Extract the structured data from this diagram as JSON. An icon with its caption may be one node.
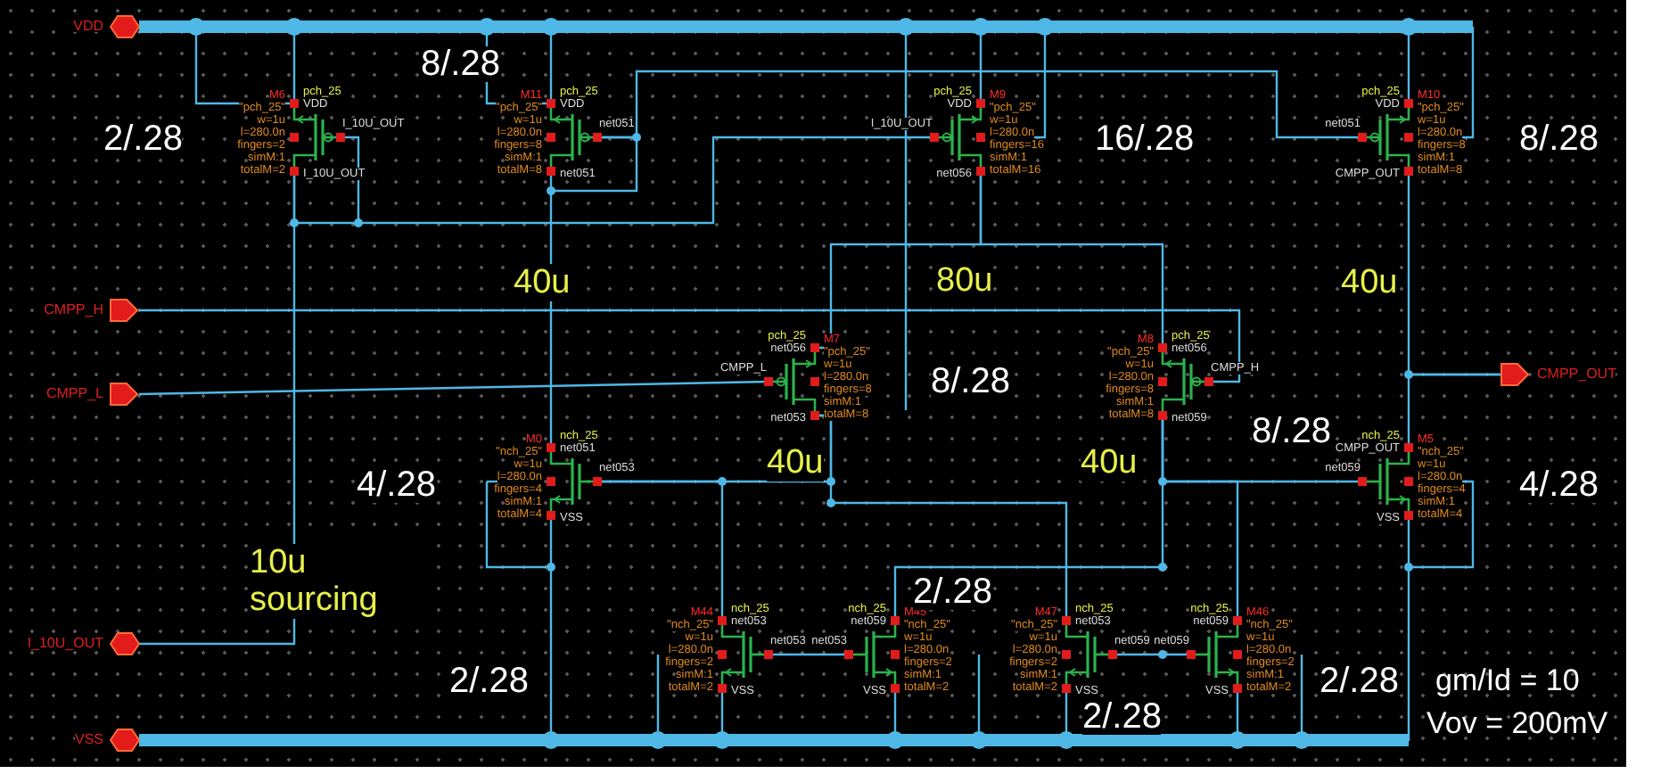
{
  "diagram": {
    "nodes": [
      {
        "text": [
          "VDD"
        ]
      },
      {
        "text": [
          "M6",
          "pch_25",
          "\"pch_25\"",
          "w=1u",
          "l=280.0n",
          "fingers=2",
          "simM:1",
          "totalM=2",
          "VDD",
          "I_10U_OUT",
          "I_10U_OUT"
        ],
        "beside": [
          "2/.28"
        ]
      },
      {
        "text": [
          "M11",
          "pch_25",
          "\"pch_25\"",
          "w=1u",
          "l=280.0n",
          "fingers=8",
          "simM:1",
          "totalM=8",
          "VDD",
          "net051",
          "net051"
        ],
        "beside": [
          "8/.28"
        ]
      },
      {
        "text": [
          "M9",
          "pch_25",
          "\"pch_25\"",
          "w=1u",
          "l=280.0n",
          "fingers=16",
          "simM:1",
          "totalM=16",
          "VDD",
          "I_10U_OUT",
          "net056"
        ],
        "beside": [
          "16/.28"
        ]
      },
      {
        "text": [
          "M10",
          "pch_25",
          "\"pch_25\"",
          "w=1u",
          "l=280.0n",
          "fingers=8",
          "simM:1",
          "totalM=8",
          "VDD",
          "net051",
          "CMPP_OUT"
        ],
        "beside": [
          "8/.28"
        ]
      },
      {
        "text": [
          "CMPP_H"
        ]
      },
      {
        "text": [
          "M7",
          "pch_25",
          "\"pch_25\"",
          "w=1u",
          "l=280.0n",
          "fingers=8",
          "simM:1",
          "totalM=8",
          "net056",
          "CMPP_L",
          "net053"
        ],
        "beside": [
          "8/.28"
        ]
      },
      {
        "text": [
          "M8",
          "pch_25",
          "\"pch_25\"",
          "w=1u",
          "l=280.0n",
          "fingers=8",
          "simM:1",
          "totalM=8",
          "net056",
          "CMPP_H",
          "net059"
        ],
        "beside": [
          "8/.28"
        ]
      },
      {
        "text": [
          "CMPP_OUT"
        ]
      },
      {
        "text": [
          "CMPP_L"
        ]
      },
      {
        "text": [
          "M0",
          "nch_25",
          "\"nch_25\"",
          "w=1u",
          "l=280.0n",
          "fingers=4",
          "simM:1",
          "totalM=4",
          "net051",
          "net053",
          "VSS"
        ],
        "beside": [
          "4/.28"
        ]
      },
      {
        "text": [
          "M5",
          "nch_25",
          "\"nch_25\"",
          "w=1u",
          "l=280.0n",
          "fingers=4",
          "simM:1",
          "totalM=4",
          "CMPP_OUT",
          "net059",
          "VSS"
        ],
        "beside": [
          "4/.28"
        ]
      },
      {
        "text": [
          "I_10U_OUT"
        ]
      },
      {
        "text": [
          "M44",
          "nch_25",
          "\"nch_25\"",
          "w=1u",
          "l=280.0n",
          "fingers=2",
          "simM:1",
          "totalM=2",
          "net053",
          "net053",
          "VSS"
        ],
        "beside": [
          "2/.28"
        ]
      },
      {
        "text": [
          "M45",
          "nch_25",
          "\"nch_25\"",
          "w=1u",
          "l=280.0n",
          "fingers=2",
          "simM:1",
          "totalM=2",
          "net059",
          "net053",
          "VSS"
        ],
        "beside": [
          "2/.28"
        ]
      },
      {
        "text": [
          "M47",
          "nch_25",
          "\"nch_25\"",
          "w=1u",
          "l=280.0n",
          "fingers=2",
          "simM:1",
          "totalM=2",
          "net053",
          "net059",
          "VSS"
        ],
        "beside": [
          "2/.28"
        ]
      },
      {
        "text": [
          "M46",
          "nch_25",
          "\"nch_25\"",
          "w=1u",
          "l=280.0n",
          "fingers=2",
          "simM:1",
          "totalM=2",
          "net059",
          "net059",
          "VSS"
        ],
        "beside": [
          "2/.28"
        ]
      },
      {
        "text": [
          "VSS"
        ]
      }
    ],
    "edges": [
      {
        "from": 0,
        "to": 1,
        "arrow": "none"
      },
      {
        "from": 0,
        "to": 2,
        "arrow": "none"
      },
      {
        "from": 0,
        "to": 3,
        "arrow": "none"
      },
      {
        "from": 0,
        "to": 4,
        "arrow": "none"
      },
      {
        "from": 5,
        "to": 7,
        "arrow": "none"
      },
      {
        "from": 9,
        "to": 6,
        "arrow": "none"
      },
      {
        "from": 12,
        "to": 1,
        "arrow": "none"
      },
      {
        "from": 4,
        "to": 8,
        "arrow": "none"
      },
      {
        "from": 11,
        "to": 8,
        "arrow": "none"
      },
      {
        "from": 2,
        "to": 10,
        "arrow": "none"
      },
      {
        "from": 2,
        "to": 4,
        "arrow": "none"
      },
      {
        "from": 1,
        "to": 3,
        "arrow": "none"
      },
      {
        "from": 3,
        "to": 6,
        "arrow": "none"
      },
      {
        "from": 3,
        "to": 7,
        "arrow": "none"
      },
      {
        "from": 10,
        "to": 6,
        "arrow": "none"
      },
      {
        "from": 10,
        "to": 13,
        "arrow": "none"
      },
      {
        "from": 6,
        "to": 15,
        "arrow": "none"
      },
      {
        "from": 13,
        "to": 14,
        "arrow": "none"
      },
      {
        "from": 7,
        "to": 11,
        "arrow": "none"
      },
      {
        "from": 7,
        "to": 16,
        "arrow": "none"
      },
      {
        "from": 7,
        "to": 14,
        "arrow": "none"
      },
      {
        "from": 15,
        "to": 16,
        "arrow": "none"
      },
      {
        "from": 17,
        "to": 10,
        "arrow": "none"
      },
      {
        "from": 17,
        "to": 13,
        "arrow": "none"
      },
      {
        "from": 17,
        "to": 14,
        "arrow": "none"
      },
      {
        "from": 17,
        "to": 15,
        "arrow": "none"
      },
      {
        "from": 17,
        "to": 16,
        "arrow": "none"
      },
      {
        "from": 17,
        "to": 11,
        "arrow": "none"
      }
    ],
    "labels": [
      "40u",
      "80u",
      "40u",
      "40u",
      "40u",
      "10u sourcing",
      "gm/Id = 10",
      "Vov = 200mV"
    ]
  }
}
